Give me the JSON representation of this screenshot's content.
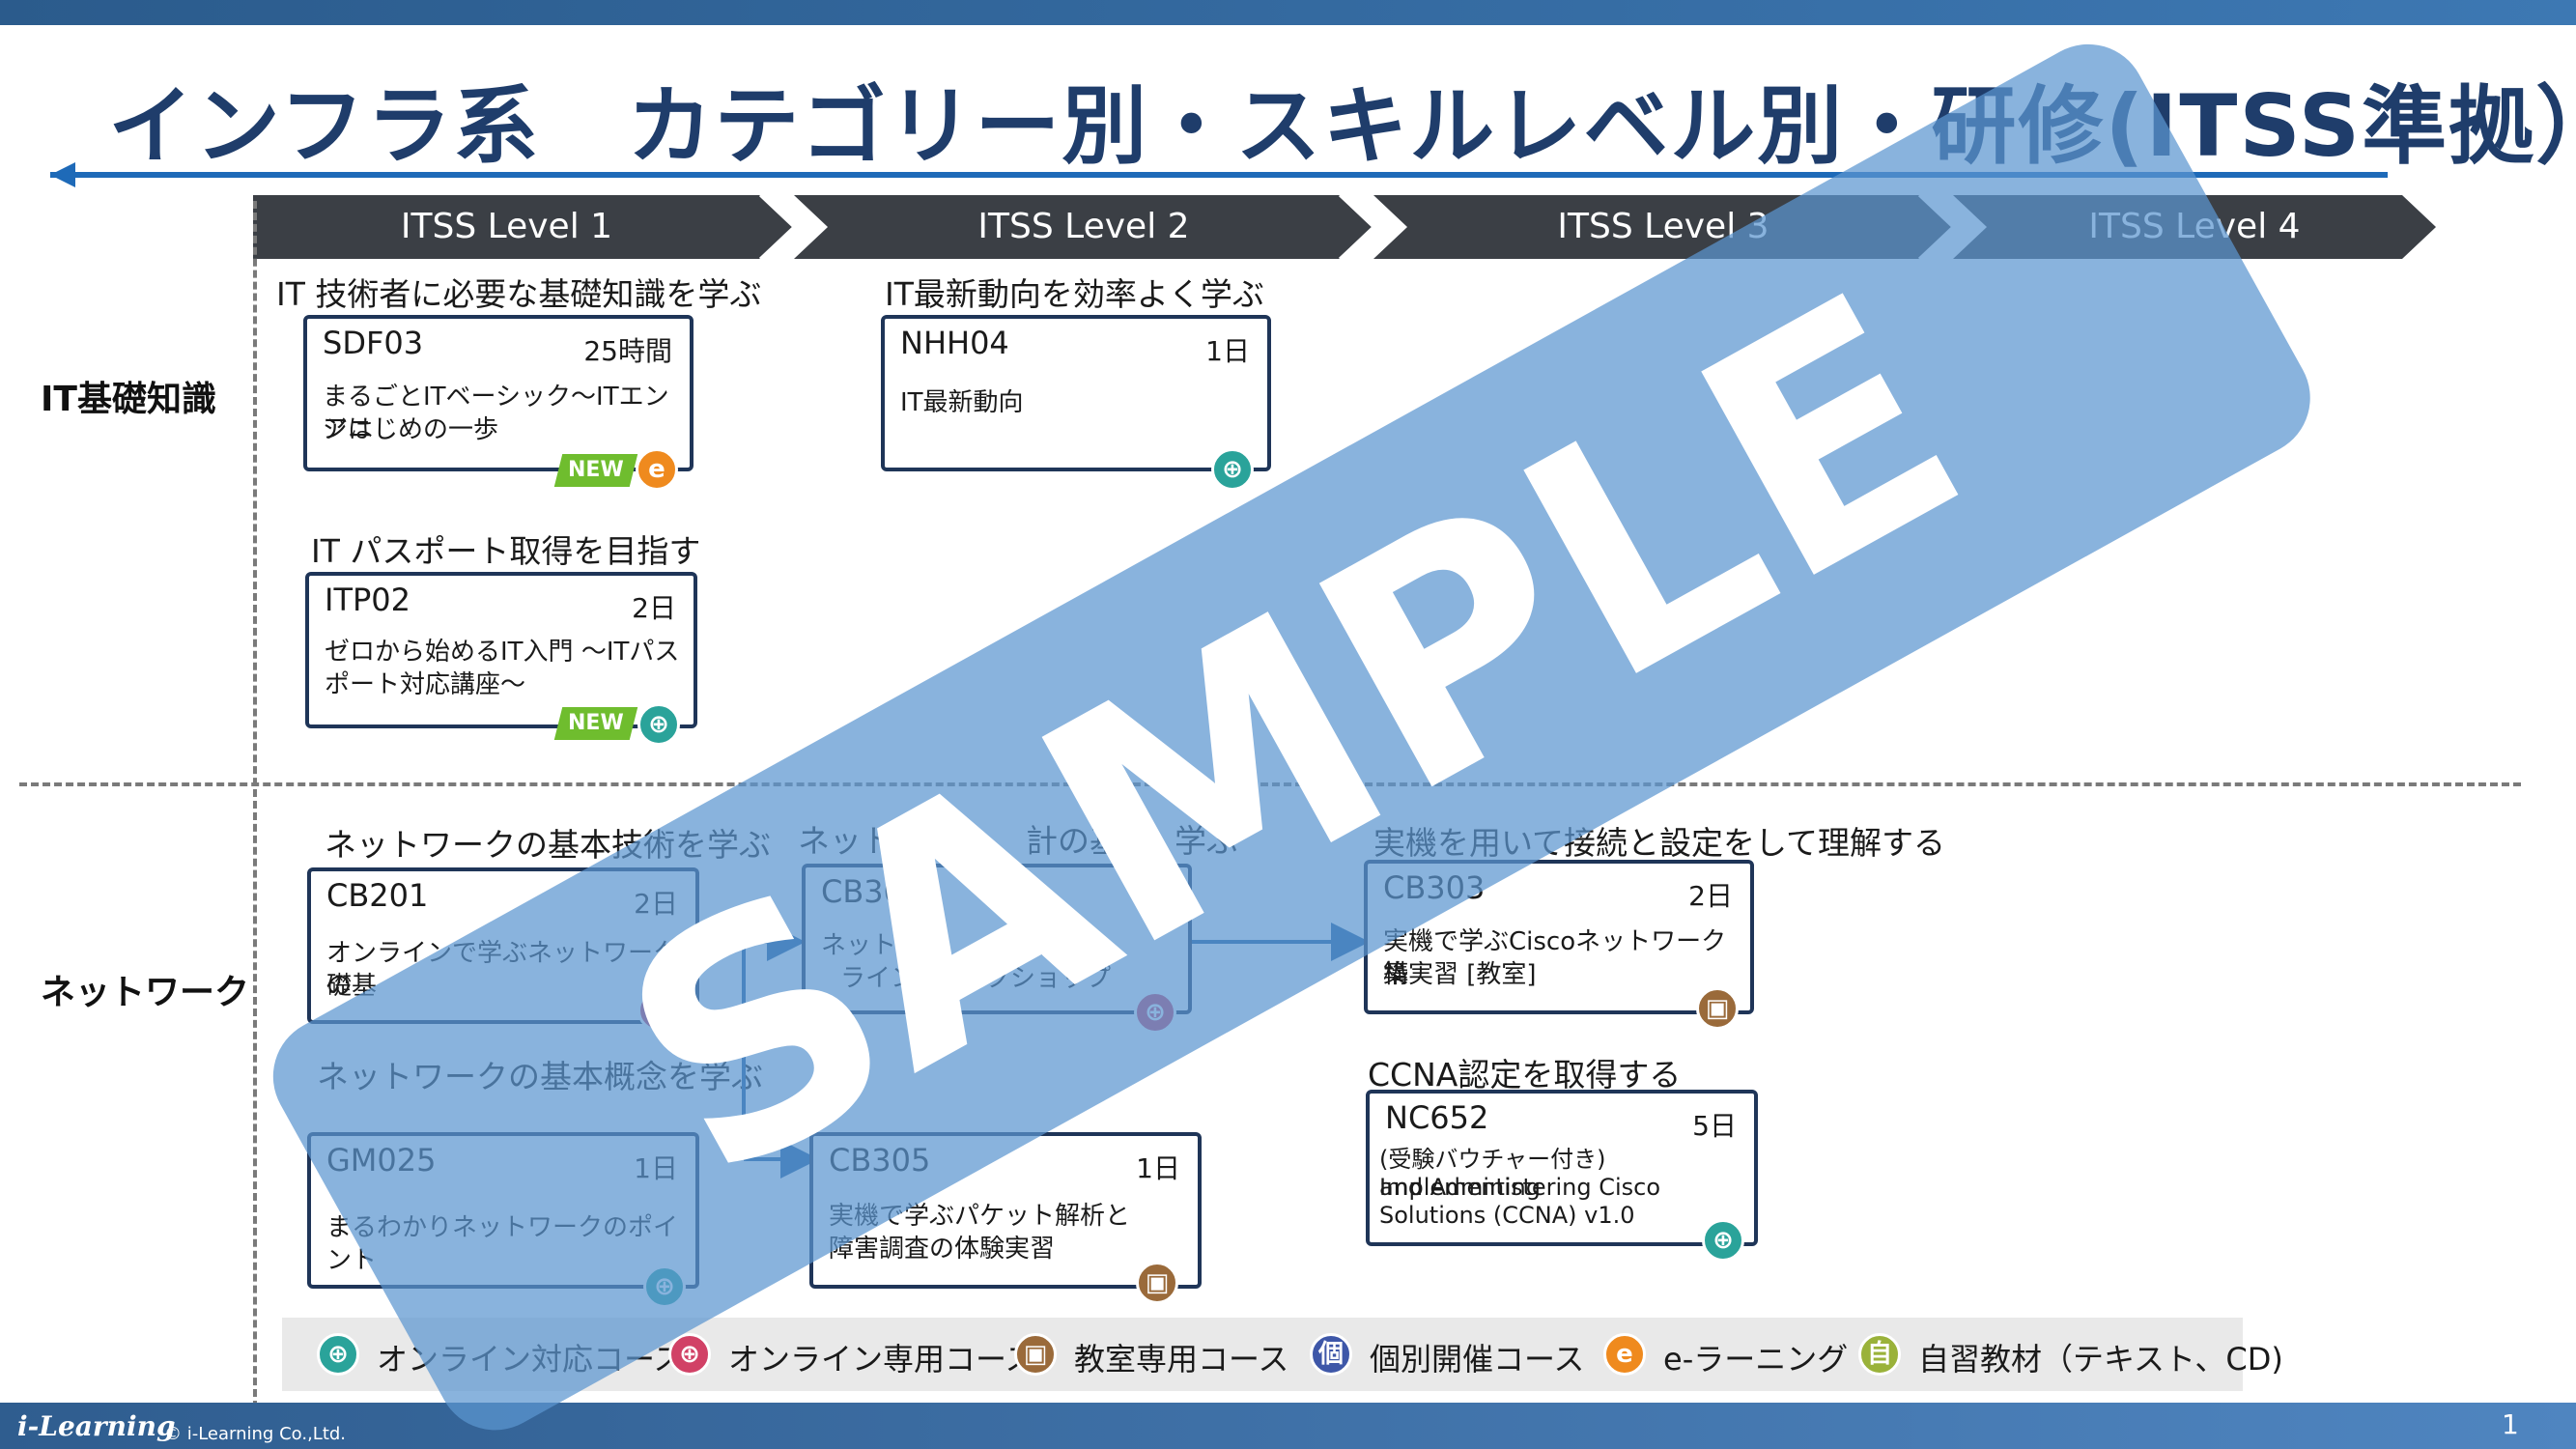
{
  "title": "インフラ系　カテゴリー別・スキルレベル別・研修(ITSS準拠）",
  "levels": [
    "ITSS Level 1",
    "ITSS Level 2",
    "ITSS Level 3",
    "ITSS Level 4"
  ],
  "rows": {
    "it_basic": "IT基礎知識",
    "network": "ネットワーク"
  },
  "headings": {
    "h1": "IT 技術者に必要な基礎知識を学ぶ",
    "h2": "IT最新動向を効率よく学ぶ",
    "h3": "IT パスポート取得を目指す",
    "h4": "ネットワークの基本技術を学ぶ",
    "h5": "ネットワー",
    "h5b": "計の基礎",
    "h5c": "学ぶ",
    "h6": "実機を用いて接続と設定をして理解する",
    "h7": "ネットワークの基本概念を学ぶ",
    "h8": "CCNA認定を取得する"
  },
  "courses": {
    "sdf03": {
      "code": "SDF03",
      "duration": "25時間",
      "desc1": "まるごとITベーシック～ITエンジニ",
      "desc2": "アはじめの一歩"
    },
    "nhh04": {
      "code": "NHH04",
      "duration": "1日",
      "desc1": "IT最新動向",
      "desc2": ""
    },
    "itp02": {
      "code": "ITP02",
      "duration": "2日",
      "desc1": "ゼロから始めるIT入門 ～ITパス",
      "desc2": "ポート対応講座～"
    },
    "cb201": {
      "code": "CB201",
      "duration": "2日",
      "desc1": "オンラインで学ぶネットワークの基",
      "desc2": "礎"
    },
    "cb300": {
      "code": "CB300",
      "duration": "2",
      "desc1": "ネットワー",
      "desc1b": "礎",
      "desc2": "ライン",
      "desc2b": "クショップ"
    },
    "cb303": {
      "code": "CB303",
      "duration": "2日",
      "desc1": "実機で学ぶCiscoネットワーク構",
      "desc2": "築実習 [教室]"
    },
    "gm025": {
      "code": "GM025",
      "duration": "1日",
      "desc1": "まるわかりネットワークのポイント",
      "desc2": ""
    },
    "cb305": {
      "code": "CB305",
      "duration": "1日",
      "desc1": "実機で学ぶパケット解析と",
      "desc2": "障害調査の体験実習"
    },
    "nc652": {
      "code": "NC652",
      "duration": "5日",
      "desc1": "(受験バウチャー付き) Implementing",
      "desc2": "and Administering Cisco",
      "desc3": "Solutions (CCNA) v1.0"
    }
  },
  "new_tag": "NEW",
  "legend": {
    "online_ready": "オンライン対応コース",
    "online_only": "オンライン専用コース",
    "classroom": "教室専用コース",
    "individual": "個別開催コース",
    "individual_glyph": "個",
    "elearning": "e-ラーニング",
    "elearning_glyph": "e",
    "selfstudy": "自習教材（テキスト、CD)",
    "selfstudy_glyph": "自"
  },
  "watermark": "SAMPLE",
  "footer": {
    "logo": "i-Learning",
    "copyright": "© i-Learning Co.,Ltd.",
    "page": "1"
  },
  "colors": {
    "navy": "#1f3558",
    "chevron": "#3b3f45",
    "accent": "#1e6ab8",
    "watermark": "#5b95d0"
  }
}
